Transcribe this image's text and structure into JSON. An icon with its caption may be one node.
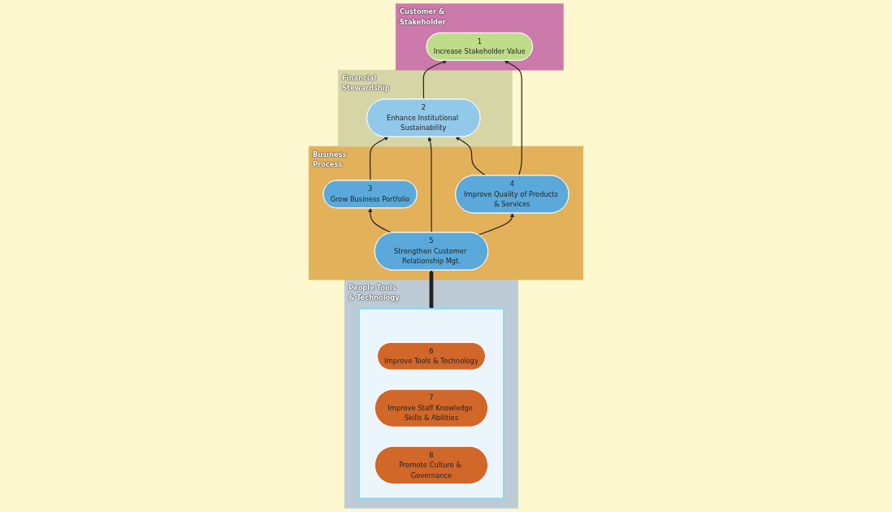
{
  "diagram": {
    "nodes": [
      {
        "text": [
          "Customer & Stakeholder"
        ]
      },
      {
        "text": [
          "1",
          "Increase Stakeholder Value"
        ],
        "in": 0
      },
      {
        "text": [
          "Financial Stewardship"
        ]
      },
      {
        "text": [
          "2",
          "Enhance Institutional Sustainability"
        ],
        "in": 2
      },
      {
        "text": [
          "Business Process"
        ]
      },
      {
        "text": [
          "3",
          "Grow Business Portfolio"
        ],
        "in": 4
      },
      {
        "text": [
          "4",
          "Improve Quality of Products & Services"
        ],
        "in": 4
      },
      {
        "text": [
          "5",
          "Strengthen Customer Relationship Mgt."
        ],
        "in": 4
      },
      {
        "text": [
          "People Tools & Technology"
        ]
      },
      {
        "text": [],
        "shape": "box",
        "in": 8
      },
      {
        "text": [
          "6",
          "Improve Tools & Technology"
        ],
        "in": 9
      },
      {
        "text": [
          "7",
          "Improve Staff Knowledge Skills & Abilities"
        ],
        "in": 9
      },
      {
        "text": [
          "8",
          "Promote Culture & Governance"
        ],
        "in": 9
      }
    ],
    "edges": [
      {
        "from": 3,
        "to": 1,
        "arrow": "to"
      },
      {
        "from": 6,
        "to": 1,
        "arrow": "to"
      },
      {
        "from": 5,
        "to": 3,
        "arrow": "to"
      },
      {
        "from": 7,
        "to": 3,
        "arrow": "to"
      },
      {
        "from": 6,
        "to": 3,
        "arrow": "to"
      },
      {
        "from": 7,
        "to": 5,
        "arrow": "to"
      },
      {
        "from": 7,
        "to": 6,
        "arrow": "to"
      },
      {
        "from": 9,
        "to": 7,
        "arrow": "to",
        "style": "thick"
      }
    ]
  }
}
